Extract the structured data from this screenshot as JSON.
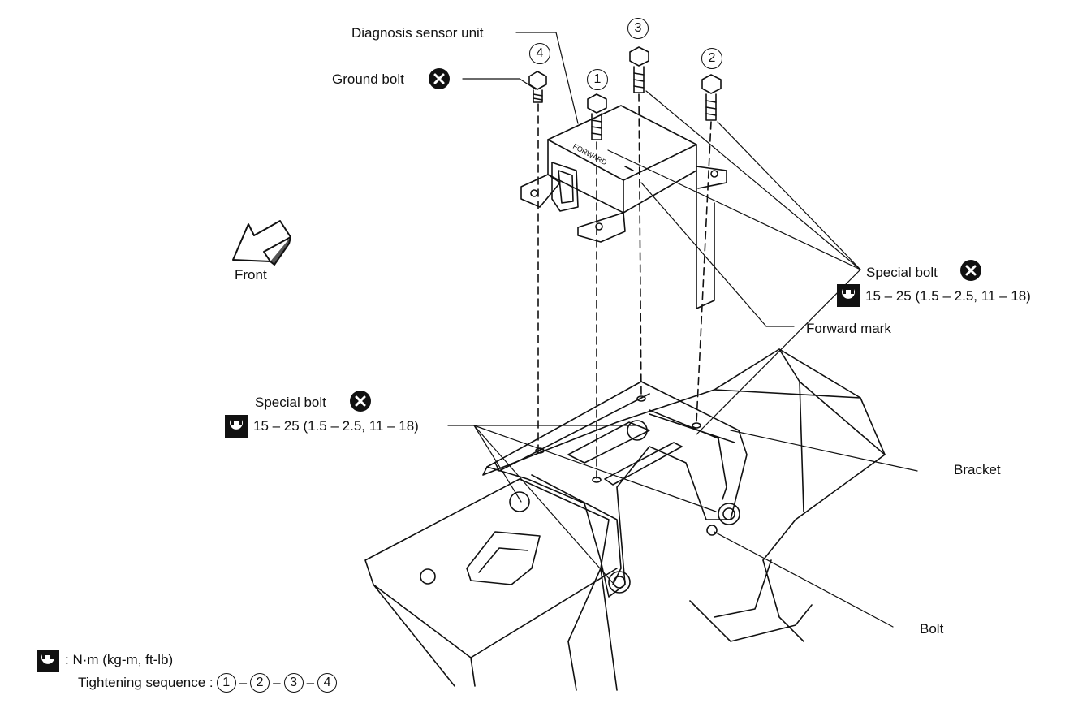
{
  "labels": {
    "diagnosis_sensor_unit": "Diagnosis sensor unit",
    "ground_bolt": "Ground bolt",
    "front": "Front",
    "special_bolt_right": "Special bolt",
    "torque_right": "15 – 25 (1.5 – 2.5, 11 – 18)",
    "forward_mark": "Forward mark",
    "special_bolt_left": "Special bolt",
    "torque_left": "15 – 25 (1.5 – 2.5, 11 – 18)",
    "bracket": "Bracket",
    "bolt": "Bolt",
    "forward_stamp": "FORWARD"
  },
  "bolt_numbers": {
    "b1": "1",
    "b2": "2",
    "b3": "3",
    "b4": "4"
  },
  "legend": {
    "units": ": N·m (kg-m, ft-lb)",
    "sequence_label": "Tightening sequence :",
    "sequence": [
      "1",
      "2",
      "3",
      "4"
    ],
    "separator": "–"
  },
  "icons": {
    "non_reusable": "x-circle-icon",
    "torque": "torque-wrench-icon",
    "front_arrow": "front-arrow-icon"
  },
  "colors": {
    "ink": "#111111",
    "background": "#ffffff"
  }
}
